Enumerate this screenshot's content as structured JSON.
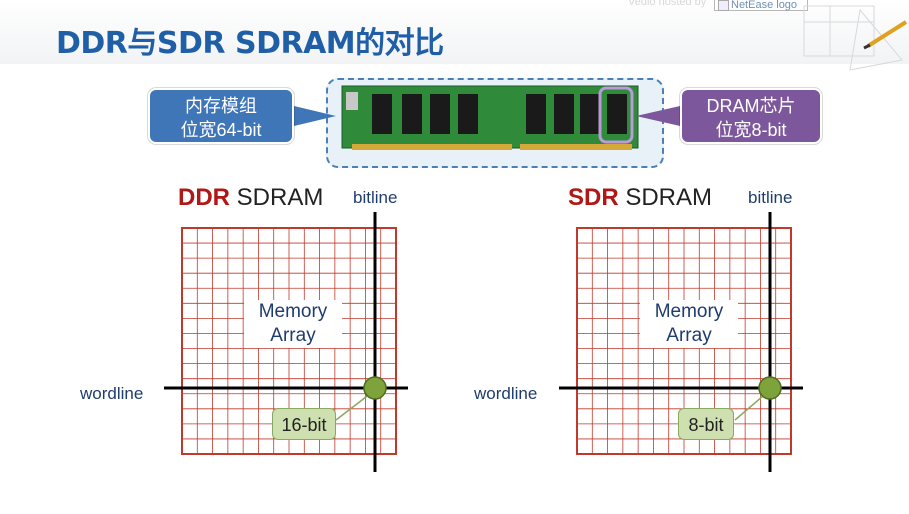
{
  "title": "DDR与SDR SDRAM的对比",
  "watermark_text": "Vedio hosted by",
  "logo_alt": "NetEase logo",
  "module_callout": {
    "line1": "内存模组",
    "line2": "位宽64-bit"
  },
  "chip_callout": {
    "line1": "DRAM芯片",
    "line2": "位宽8-bit"
  },
  "ddr_panel": {
    "title_prefix": "DDR",
    "title_suffix": " SDRAM",
    "bitline_label": "bitline",
    "wordline_label": "wordline",
    "array_label_line1": "Memory",
    "array_label_line2": "Array",
    "bit_width_badge": "16-bit"
  },
  "sdr_panel": {
    "title_prefix": "SDR",
    "title_suffix": " SDRAM",
    "bitline_label": "bitline",
    "wordline_label": "wordline",
    "array_label_line1": "Memory",
    "array_label_line2": "Array",
    "bit_width_badge": "8-bit"
  },
  "colors": {
    "title": "#1f5fa8",
    "grid": "#c0392b",
    "module_callout": "#3f76b8",
    "chip_callout": "#7d579b",
    "badge": "#cfe0b0",
    "highlight_dot": "#7ea33a",
    "pcb": "#2f8a3a"
  }
}
